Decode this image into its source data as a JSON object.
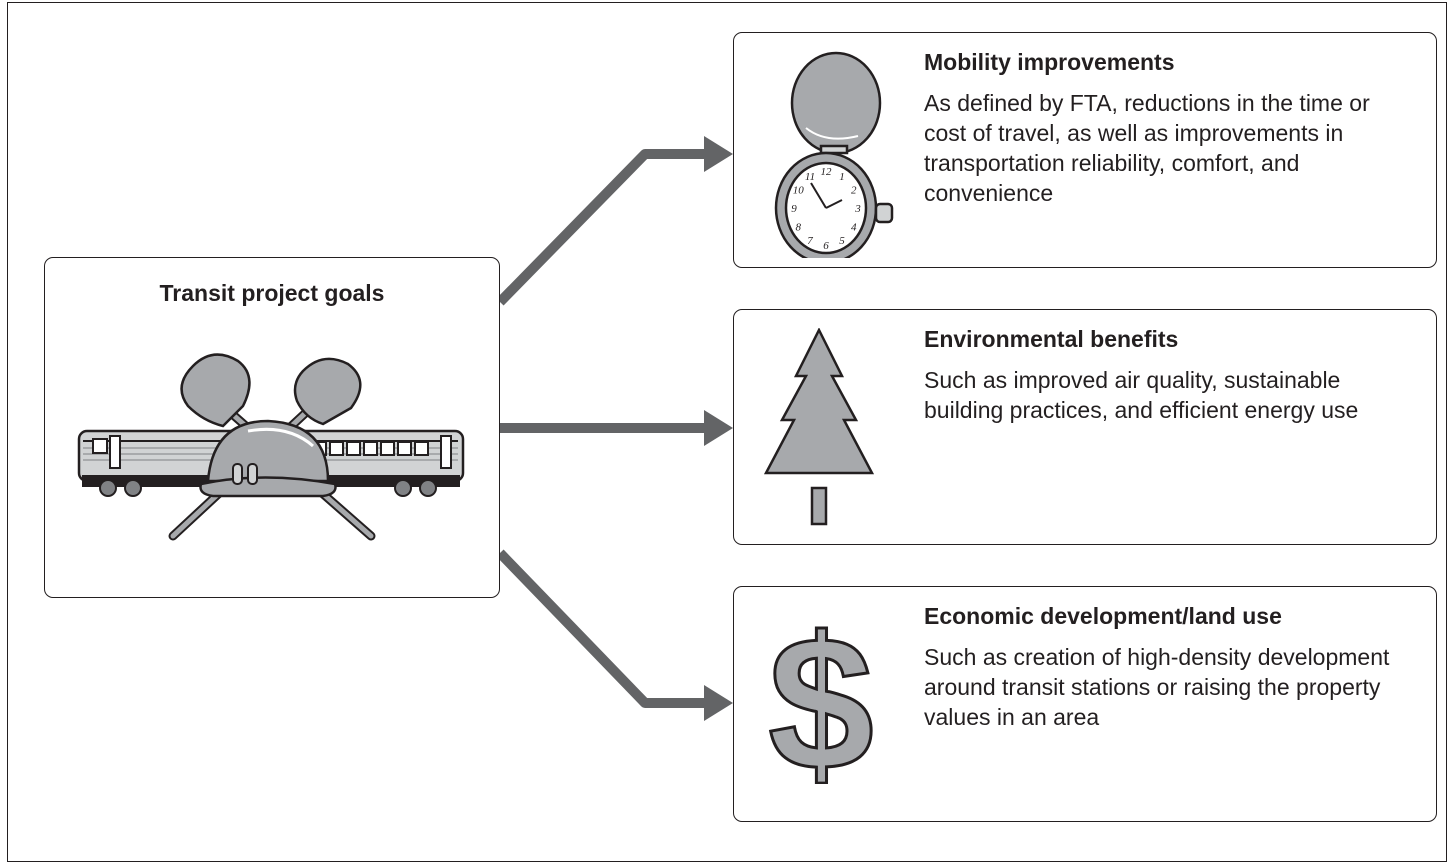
{
  "source": {
    "title": "Transit project goals"
  },
  "goals": [
    {
      "title": "Mobility improvements",
      "description": "As defined by FTA, reductions in the time or cost of travel, as well as improvements in transportation reliability, comfort, and convenience",
      "icon": "pocket-watch-icon"
    },
    {
      "title": "Environmental benefits",
      "description": "Such as improved air quality, sustainable building practices, and efficient energy use",
      "icon": "tree-icon"
    },
    {
      "title": "Economic development/land use",
      "description": "Such as creation of high-density development around transit stations or raising the property values in an area",
      "icon": "dollar-sign-icon"
    }
  ],
  "watch_numbers": [
    "12",
    "1",
    "2",
    "3",
    "4",
    "5",
    "6",
    "7",
    "8",
    "9",
    "10",
    "11"
  ],
  "colors": {
    "arrow": "#636466",
    "fill": "#a7a9ac",
    "ink": "#231f20"
  }
}
